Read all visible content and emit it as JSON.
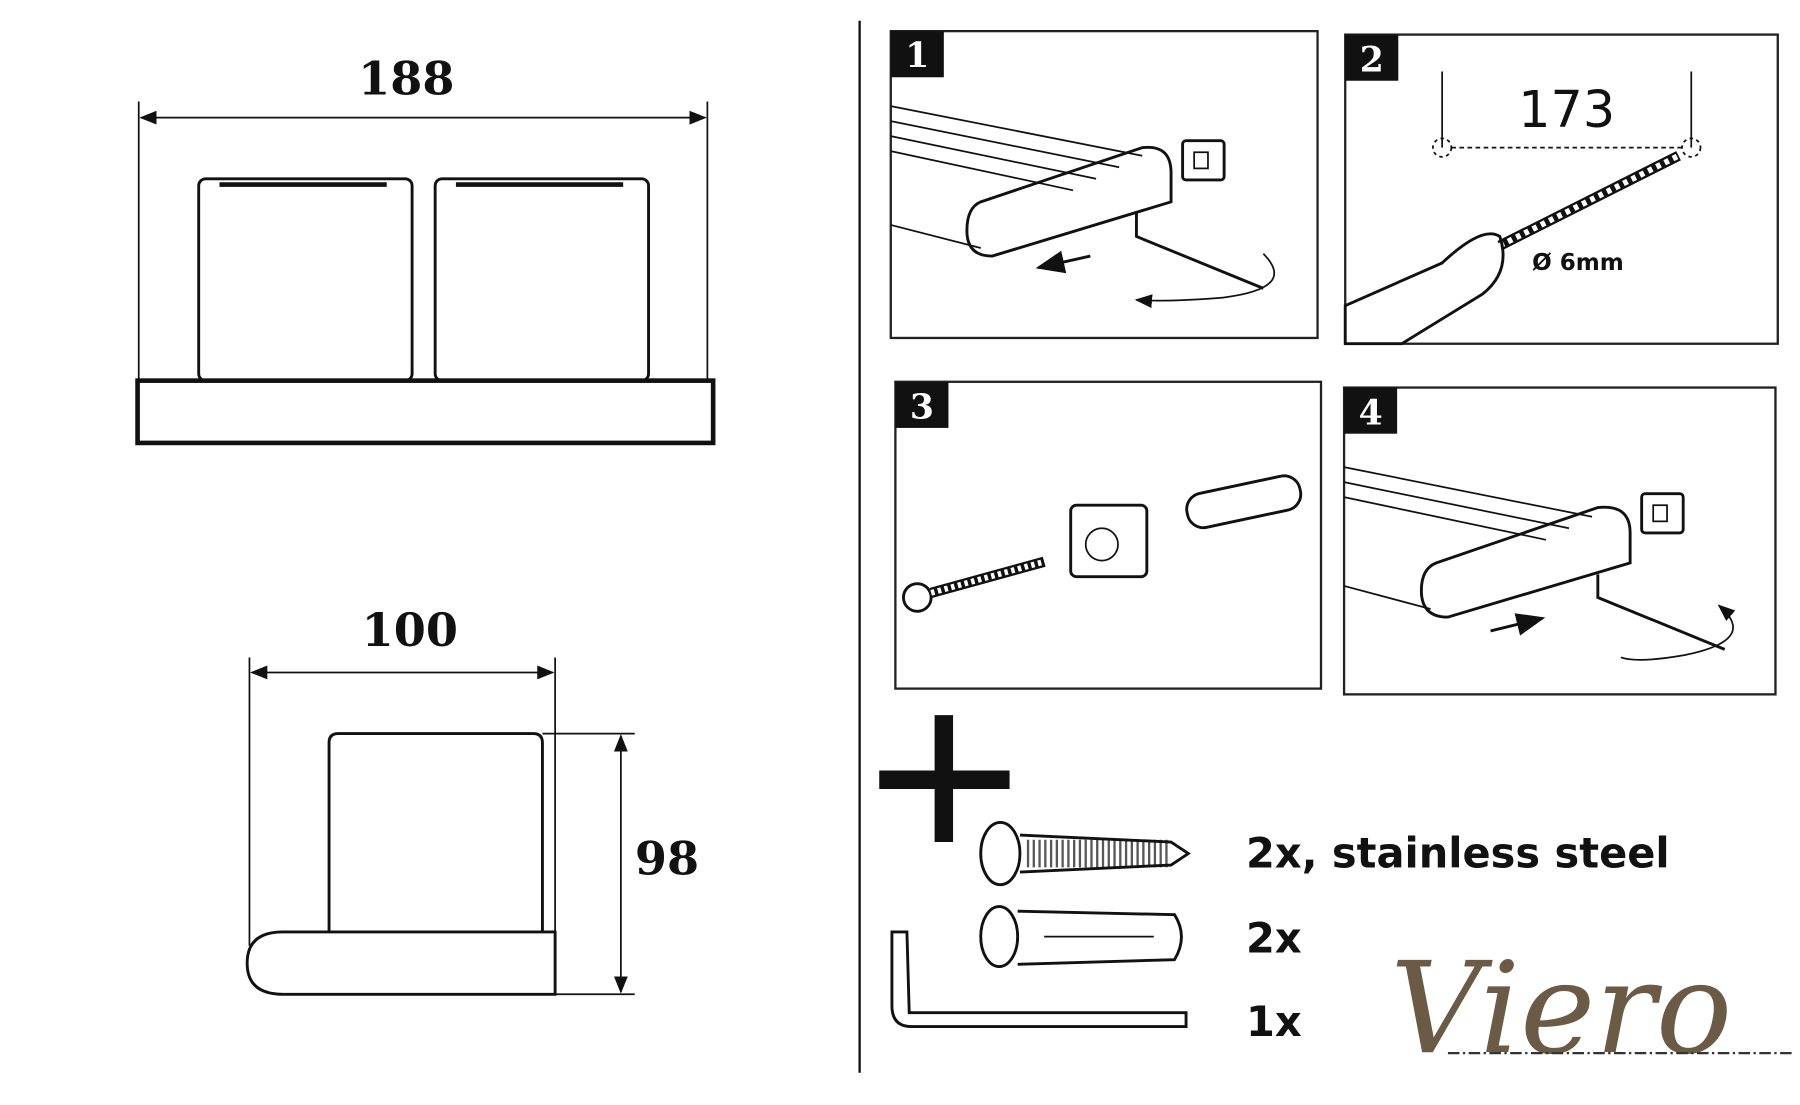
{
  "dimensions": {
    "width_total": "188",
    "depth": "100",
    "height": "98"
  },
  "steps": [
    {
      "number": "1"
    },
    {
      "number": "2",
      "hole_spacing": "173",
      "drill_diameter": "Ø 6mm"
    },
    {
      "number": "3"
    },
    {
      "number": "4"
    }
  ],
  "parts": [
    {
      "name": "screw",
      "label": "2x, stainless steel"
    },
    {
      "name": "wall-plug",
      "label": "2x"
    },
    {
      "name": "allen-key",
      "label": "1x"
    }
  ],
  "brand": {
    "logo_text": "Viero"
  }
}
